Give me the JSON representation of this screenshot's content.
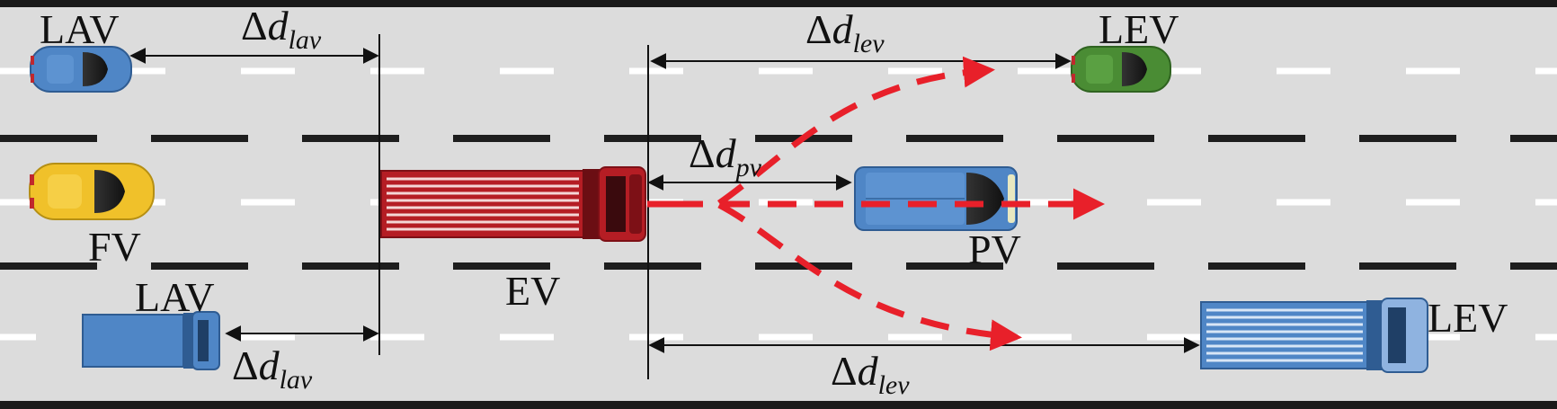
{
  "colors": {
    "road": "#dcdcdc",
    "edge_line": "#1a1a1a",
    "lane_black": "#1e1e1e",
    "lane_white": "#ffffff",
    "trajectory": "#e8202a",
    "ego_truck": "#b51d24",
    "car_blue": "#4f86c6",
    "car_yellow": "#f0c12a",
    "car_green": "#4a8c34"
  },
  "vehicles": {
    "lav_top": "LAV",
    "lev_top": "LEV",
    "fv": "FV",
    "ev": "EV",
    "pv": "PV",
    "lav_bottom": "LAV",
    "lev_bottom": "LEV"
  },
  "distances": {
    "delta": "Δ",
    "d": "d",
    "lav_sub": "lav",
    "lev_sub": "lev",
    "pv_sub": "pv"
  }
}
